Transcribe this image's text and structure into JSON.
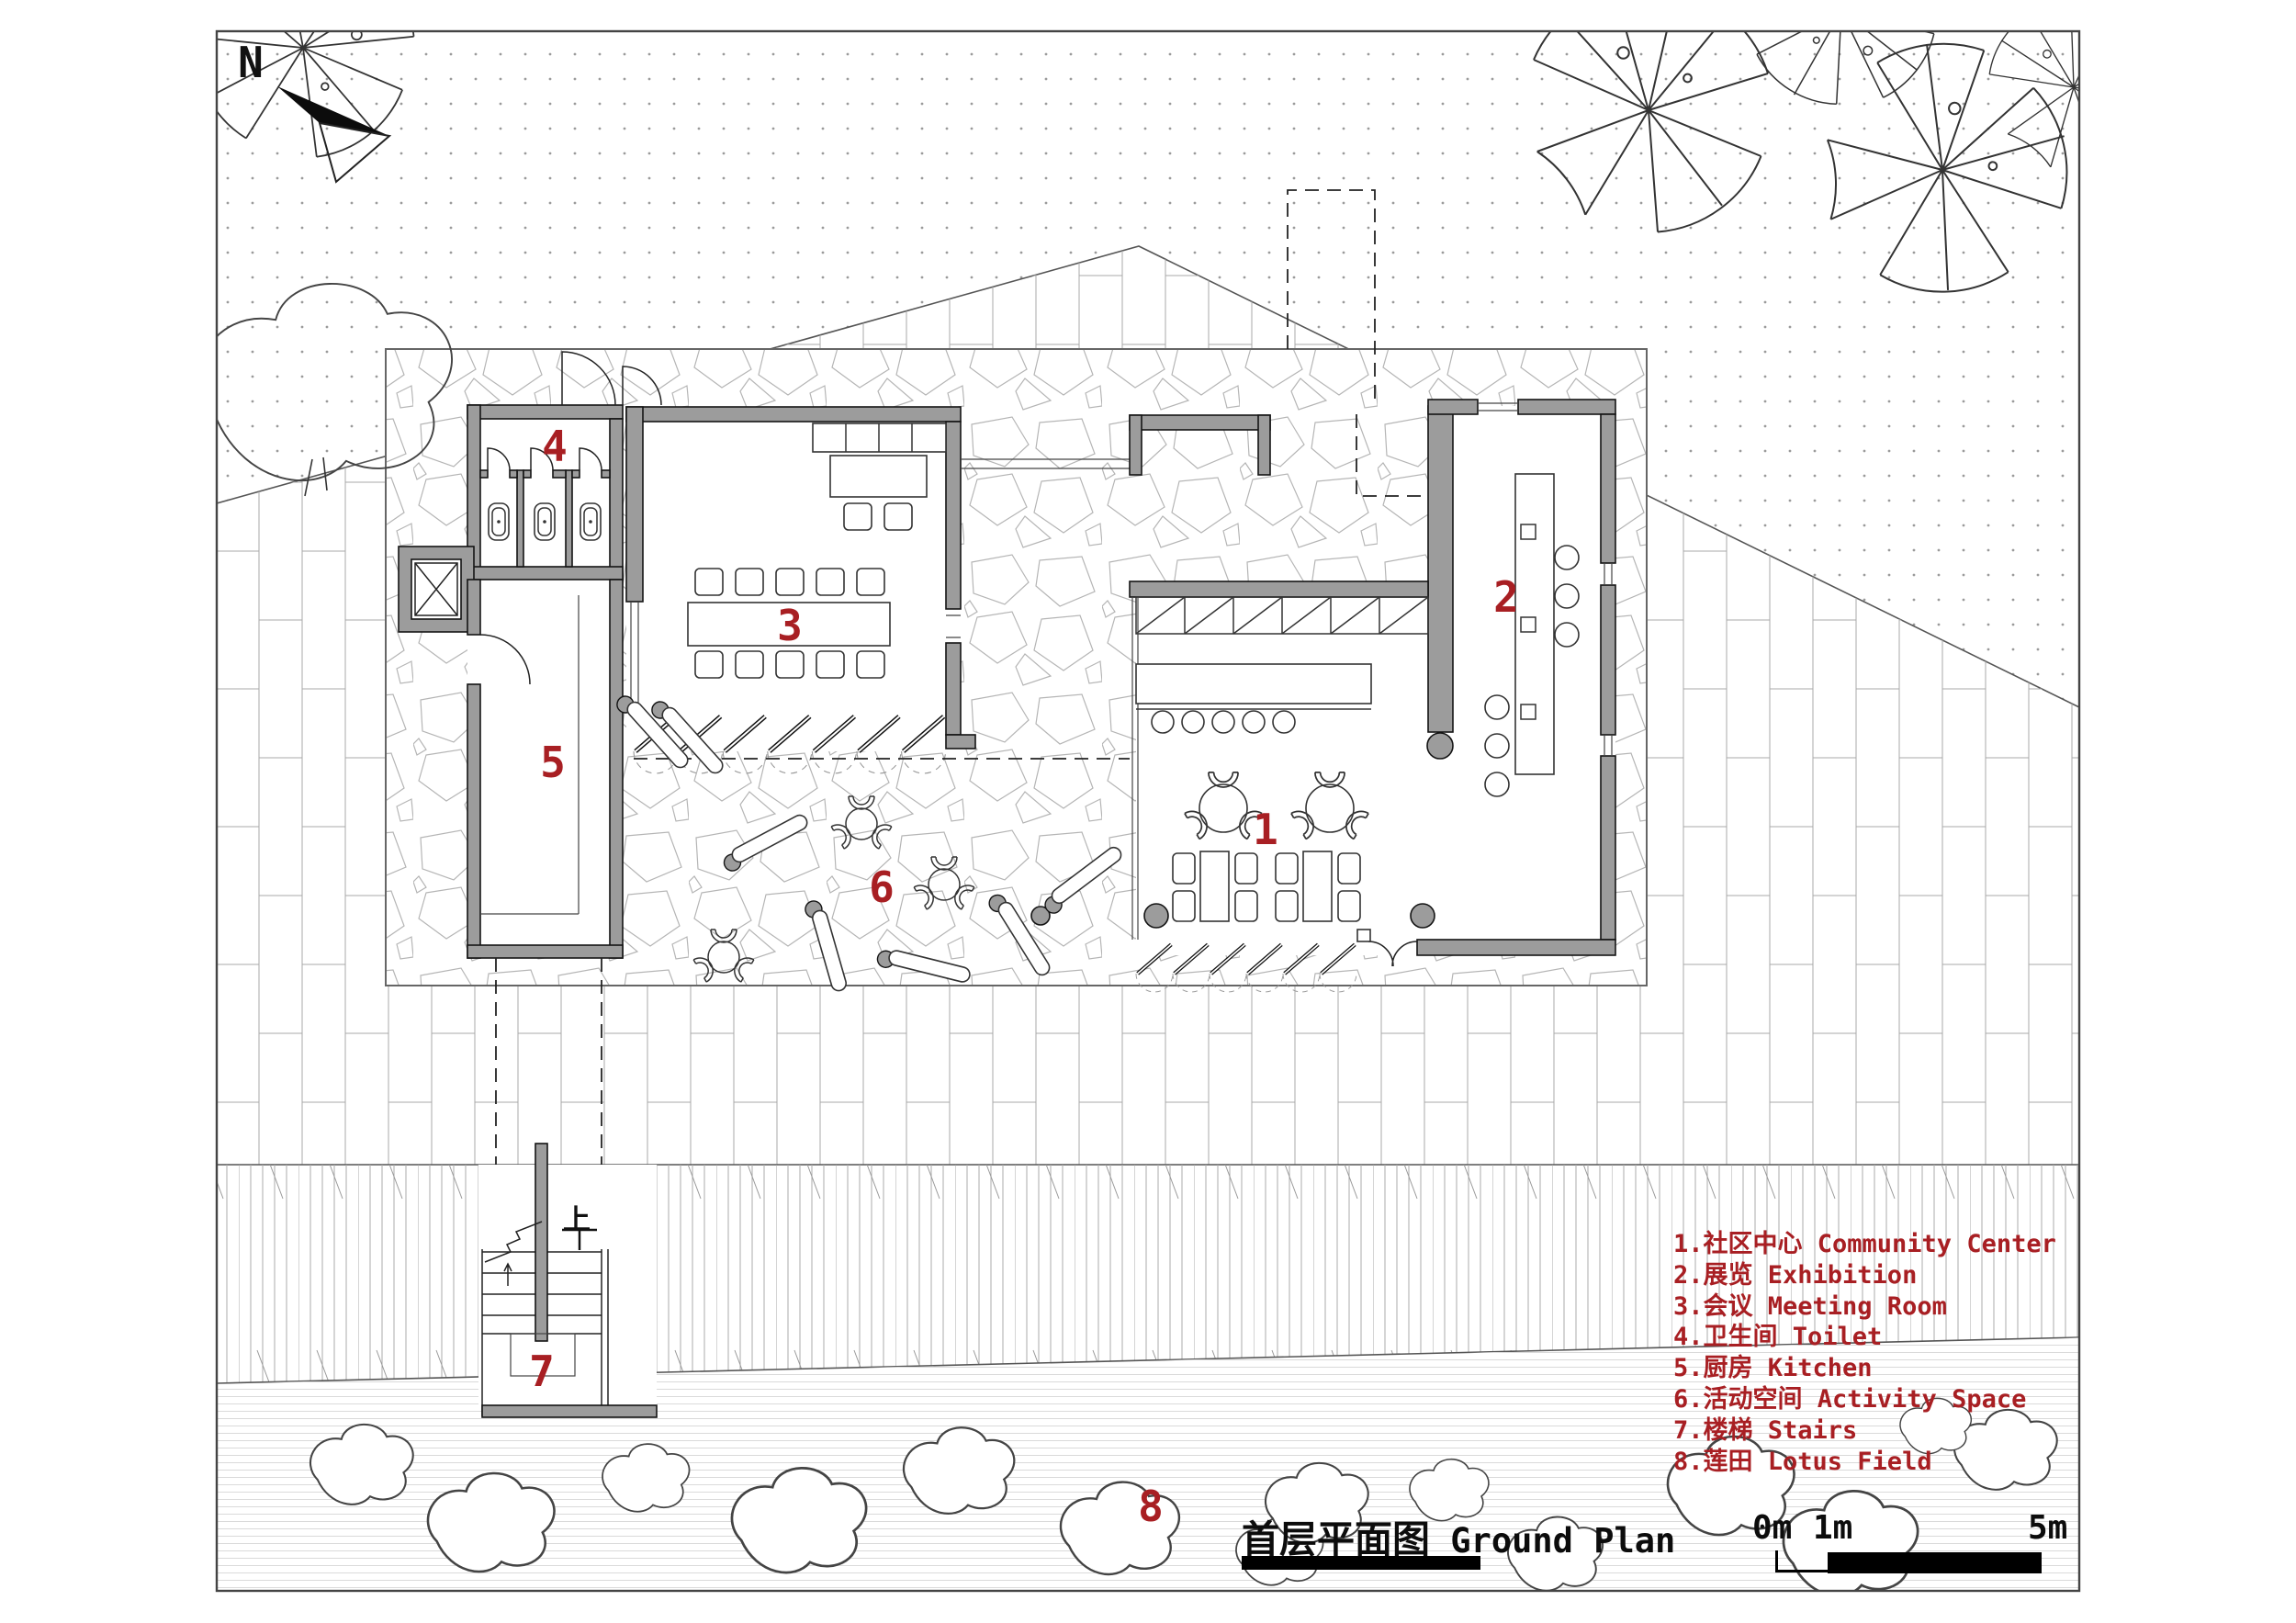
{
  "drawing": {
    "title_zh": "首层平面图",
    "title_en": "Ground Plan",
    "north_label": "N",
    "stairs_up_label": "上"
  },
  "scalebar": {
    "zero": "0m",
    "one": "1m",
    "five": "5m"
  },
  "rooms": [
    {
      "number": "1",
      "name_zh": "社区中心",
      "name_en": "Community Center"
    },
    {
      "number": "2",
      "name_zh": "展览",
      "name_en": "Exhibition"
    },
    {
      "number": "3",
      "name_zh": "会议",
      "name_en": "Meeting Room"
    },
    {
      "number": "4",
      "name_zh": "卫生间",
      "name_en": "Toilet"
    },
    {
      "number": "5",
      "name_zh": "厨房",
      "name_en": "Kitchen"
    },
    {
      "number": "6",
      "name_zh": "活动空间",
      "name_en": "Activity Space"
    },
    {
      "number": "7",
      "name_zh": "楼梯",
      "name_en": "Stairs"
    },
    {
      "number": "8",
      "name_zh": "莲田",
      "name_en": "Lotus Field"
    }
  ],
  "legend": {
    "items": [
      "1.社区中心 Community Center",
      "2.展览 Exhibition",
      "3.会议 Meeting Room",
      "4.卫生间 Toilet",
      "5.厨房 Kitchen",
      "6.活动空间 Activity Space",
      "7.楼梯 Stairs",
      "8.莲田 Lotus Field"
    ]
  },
  "colors": {
    "accent_red": "#a81f23",
    "wall_gray": "#9c9c9c"
  }
}
